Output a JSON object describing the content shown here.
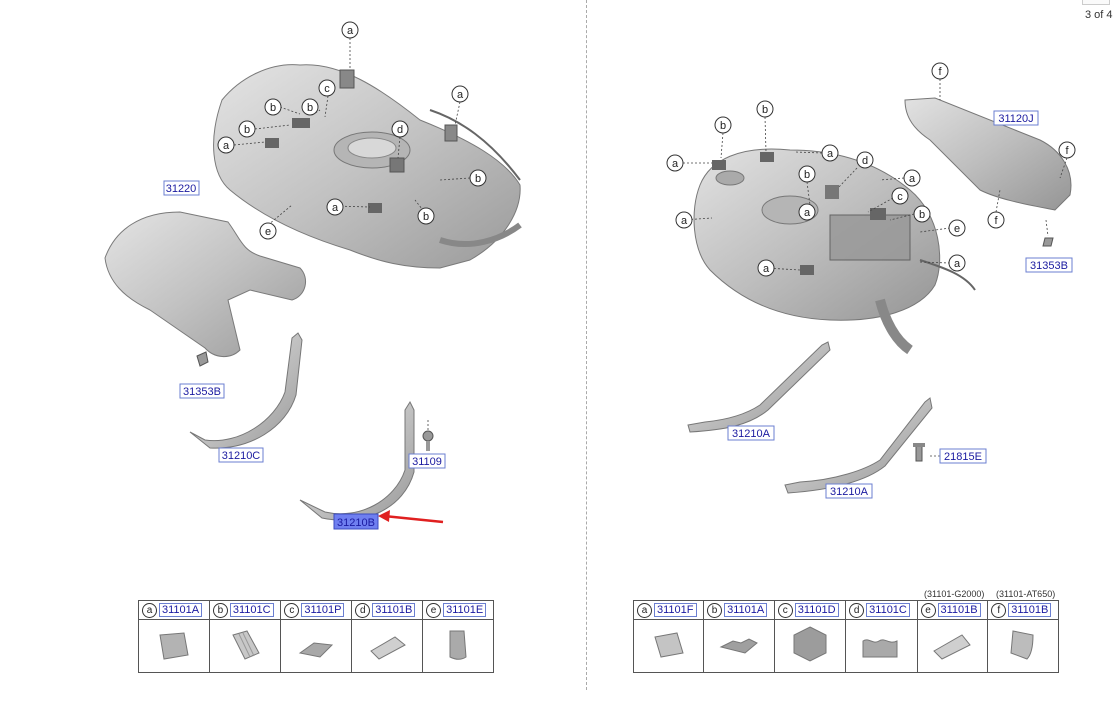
{
  "page_indicator": "3 of 4",
  "left": {
    "callouts": [
      "a",
      "a",
      "a",
      "a",
      "b",
      "b",
      "b",
      "b",
      "b",
      "c",
      "d",
      "e"
    ],
    "parts": {
      "heat_shield": "31220",
      "nut_left": "31353B",
      "strap_c": "31210C",
      "bolt": "31109",
      "strap_b": "31210B"
    },
    "legend": [
      {
        "letter": "a",
        "part": "31101A"
      },
      {
        "letter": "b",
        "part": "31101C"
      },
      {
        "letter": "c",
        "part": "31101P"
      },
      {
        "letter": "d",
        "part": "31101B"
      },
      {
        "letter": "e",
        "part": "31101E"
      }
    ]
  },
  "right": {
    "callouts": [
      "a",
      "a",
      "a",
      "a",
      "a",
      "a",
      "a",
      "b",
      "b",
      "b",
      "b",
      "c",
      "d",
      "e",
      "f",
      "f",
      "f"
    ],
    "parts": {
      "heat_shield": "31120J",
      "nut_right": "31353B",
      "strap_a1": "31210A",
      "strap_a2": "31210A",
      "bolt": "21815E"
    },
    "legend_notes": {
      "e": "(31101-G2000)",
      "f": "(31101-AT650)"
    },
    "legend": [
      {
        "letter": "a",
        "part": "31101F"
      },
      {
        "letter": "b",
        "part": "31101A"
      },
      {
        "letter": "c",
        "part": "31101D"
      },
      {
        "letter": "d",
        "part": "31101C"
      },
      {
        "letter": "e",
        "part": "31101B"
      },
      {
        "letter": "f",
        "part": "31101B"
      }
    ]
  },
  "colors": {
    "highlight": "#6f7ff0",
    "label_text": "#1a1aa0",
    "arrow": "#e02020",
    "metal": "#c4c4c4"
  }
}
